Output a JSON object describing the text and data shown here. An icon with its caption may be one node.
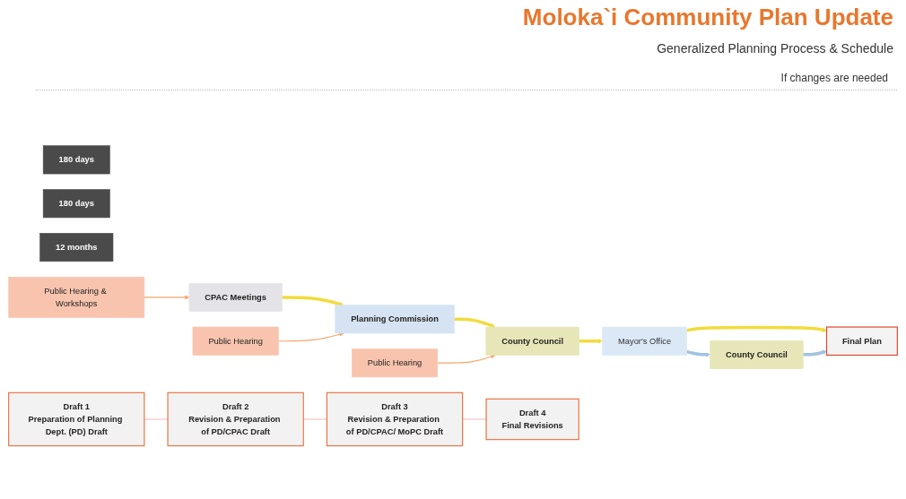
{
  "diagram": {
    "title": "Moloka`i Community Plan Update",
    "nodes": [
      {
        "text": [
          "180 days"
        ]
      },
      {
        "text": [
          "180 days"
        ]
      },
      {
        "text": [
          "12 months"
        ]
      },
      {
        "text": [
          "CPAC Meetings"
        ]
      },
      {
        "text": [
          "Planning Commission"
        ]
      },
      {
        "text": [
          "County Council"
        ]
      },
      {
        "text": [
          "Mayor's Office"
        ]
      },
      {
        "text": [
          "Final Plan"
        ]
      },
      {
        "text": [
          "County Council"
        ]
      },
      {
        "text": [
          "Public Hearing & Workshops"
        ]
      },
      {
        "text": [
          "Public Hearing"
        ]
      },
      {
        "text": [
          "Public Hearing"
        ]
      },
      {
        "text": [
          "Draft 1",
          "Preparation of Planning Dept. (PD) Draft"
        ]
      },
      {
        "text": [
          "Draft 2",
          "Revision & Preparation of PD/CPAC Draft"
        ]
      },
      {
        "text": [
          "Draft 3",
          "Revision & Preparation of PD/CPAC/ MoPC Draft"
        ]
      },
      {
        "text": [
          "Draft 4",
          "Final Revisions"
        ]
      }
    ],
    "edges": [
      {
        "from": 3,
        "to": 4,
        "arrow": "to",
        "style": "thick"
      },
      {
        "from": 4,
        "to": 5,
        "arrow": "to",
        "style": "thick"
      },
      {
        "from": 5,
        "to": 6,
        "arrow": "to",
        "style": "thick"
      },
      {
        "from": 6,
        "to": 7,
        "arrow": "to",
        "style": "thick"
      },
      {
        "from": 9,
        "to": 3,
        "arrow": "to",
        "color": "#f5a66b"
      },
      {
        "from": 10,
        "to": 4,
        "arrow": "to",
        "color": "#f5a66b"
      },
      {
        "from": 11,
        "to": 5,
        "arrow": "to",
        "color": "#f5a66b"
      },
      {
        "from": 6,
        "to": 8,
        "arrow": "to",
        "style": "thick",
        "color": "#9fc3e3"
      },
      {
        "from": 8,
        "to": 7,
        "arrow": "to",
        "style": "thick",
        "color": "#9fc3e3"
      },
      {
        "from": 12,
        "to": 13,
        "arrow": "none",
        "color": "#f4c2c2"
      },
      {
        "from": 13,
        "to": 14,
        "arrow": "none",
        "color": "#f4c2c2"
      },
      {
        "from": 14,
        "to": 15,
        "arrow": "none",
        "color": "#f4c2c2"
      }
    ],
    "labels": [
      "Generalized Planning Process & Schedule",
      "If changes are needed"
    ]
  }
}
